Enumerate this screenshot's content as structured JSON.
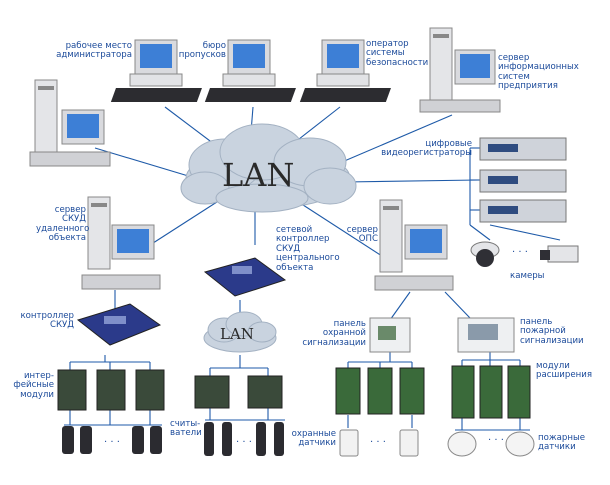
{
  "lan_main": "LAN",
  "lan_sub": "LAN",
  "dots": "· · ·",
  "labels": {
    "admin_workplace": "рабочее место\nадминистратора",
    "pass_bureau": "бюро\nпропусков",
    "security_operator": "оператор\nсистемы\nбезопасности",
    "enterprise_server": "сервер\nинформационных\nсистем\nпредприятия",
    "digital_recorders": "цифровые\nвидеорегистраторы",
    "remote_acs_server": "сервер\nСКУД\nудаленного\nобъекта",
    "network_controller": "сетевой\nконтроллер\nСКУД\nцентрального\nобъекта",
    "fire_server": "сервер\nОПС",
    "cameras": "камеры",
    "acs_controller": "контроллер\nСКУД",
    "security_panel": "панель\nохранной\nсигнализации",
    "fire_panel": "панель\nпожарной\nсигнализации",
    "interface_modules": "интер-\nфейсные\nмодули",
    "expansion_modules": "модули\nрасширения",
    "readers": "считы-\nватели",
    "security_sensors": "охранные\nдатчики",
    "fire_sensors": "пожарные\nдатчики"
  },
  "colors": {
    "label": "#1b4a9a",
    "line": "#1e5aa8",
    "screen": "#3d7fd6",
    "cloud": "#c9d3df"
  }
}
